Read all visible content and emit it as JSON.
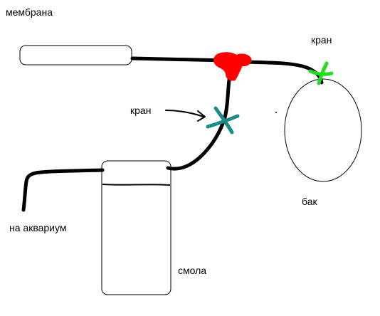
{
  "labels": {
    "membrane": "мембрана",
    "valve_top": "кран",
    "valve_middle": "кран",
    "tank": "бак",
    "resin": "смола",
    "to_aquarium": "на аквариум"
  },
  "colors": {
    "pipe": "#000000",
    "tee_junction": "#ff0000",
    "valve_top": "#22dd22",
    "valve_middle": "#1a8a85",
    "outline": "#000000",
    "background": "#ffffff"
  },
  "icons": {
    "valve_top": "cross-mark",
    "valve_middle": "cross-mark",
    "tee_junction": "blob",
    "pointer": "arrow-right"
  }
}
